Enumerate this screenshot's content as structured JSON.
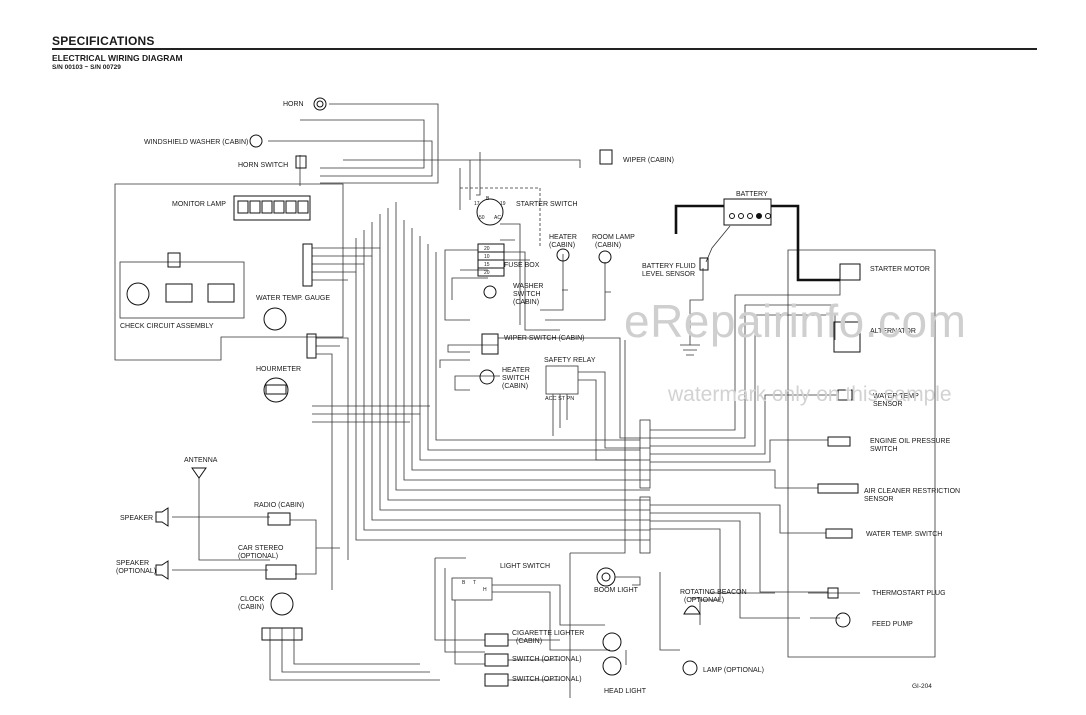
{
  "header": {
    "title": "SPECIFICATIONS",
    "subtitle": "ELECTRICAL WIRING DIAGRAM",
    "serial_range": "S/N 00103 ~ S/N 00729"
  },
  "labels": {
    "horn": "HORN",
    "windshield_washer": "WINDSHIELD WASHER (CABIN)",
    "horn_switch": "HORN SWITCH",
    "wiper": "WIPER (CABIN)",
    "monitor_lamp": "MONITOR LAMP",
    "starter_switch": "STARTER SWITCH",
    "battery": "BATTERY",
    "heater": "HEATER",
    "heater_cabin": "(CABIN)",
    "room_lamp": "ROOM LAMP",
    "room_lamp_cabin": "(CABIN)",
    "fuse_box": "FUSE BOX",
    "battery_fluid_1": "BATTERY FLUID",
    "battery_fluid_2": "LEVEL SENSOR",
    "starter_motor": "STARTER MOTOR",
    "washer_switch_1": "WASHER",
    "washer_switch_2": "SWITCH",
    "washer_switch_3": "(CABIN)",
    "water_temp_gauge": "WATER TEMP. GAUGE",
    "check_circuit": "CHECK CIRCUIT ASSEMBLY",
    "wiper_switch": "WIPER SWITCH (CABIN)",
    "alternator": "ALTERNATOR",
    "safety_relay": "SAFETY RELAY",
    "heater_switch_1": "HEATER",
    "heater_switch_2": "SWITCH",
    "heater_switch_3": "(CABIN)",
    "hourmeter": "HOURMETER",
    "water_temp_sensor_1": "WATER TEMP",
    "water_temp_sensor_2": "SENSOR",
    "oil_pressure_1": "ENGINE OIL PRESSURE",
    "oil_pressure_2": "SWITCH",
    "antenna": "ANTENNA",
    "air_cleaner_1": "AIR CLEANER RESTRICTION",
    "air_cleaner_2": "SENSOR",
    "radio": "RADIO (CABIN)",
    "speaker": "SPEAKER",
    "water_temp_switch": "WATER TEMP. SWITCH",
    "car_stereo_1": "CAR STEREO",
    "car_stereo_2": "(OPTIONAL)",
    "speaker_opt_1": "SPEAKER",
    "speaker_opt_2": "(OPTIONAL)",
    "light_switch": "LIGHT SWITCH",
    "boom_light": "BOOM LIGHT",
    "rotating_beacon_1": "ROTATING BEACON",
    "rotating_beacon_2": "(OPTIONAL)",
    "thermostart": "THERMOSTART PLUG",
    "clock_1": "CLOCK",
    "clock_2": "(CABIN)",
    "feed_pump": "FEED PUMP",
    "cigarette_1": "CIGARETTE LIGHTER",
    "cigarette_2": "(CABIN)",
    "switch_opt_1": "SWITCH (OPTIONAL)",
    "switch_opt_2": "SWITCH (OPTIONAL)",
    "lamp_opt": "LAMP (OPTIONAL)",
    "head_light": "HEAD LIGHT",
    "acc_st_pn": "ACC ST PN",
    "term_b": "B",
    "term_17": "17",
    "term_19": "19",
    "term_50": "50",
    "term_ac": "AC",
    "term_fuse_20": "20",
    "term_fuse_10": "10",
    "term_fuse_15": "15",
    "term_fuse_20b": "20",
    "term_ls_b": "B",
    "term_ls_t": "T",
    "term_ls_h": "H"
  },
  "watermark": {
    "main": "eRepairinfo.com",
    "note": "watermark only on this sample"
  },
  "page_number": "GI-204"
}
